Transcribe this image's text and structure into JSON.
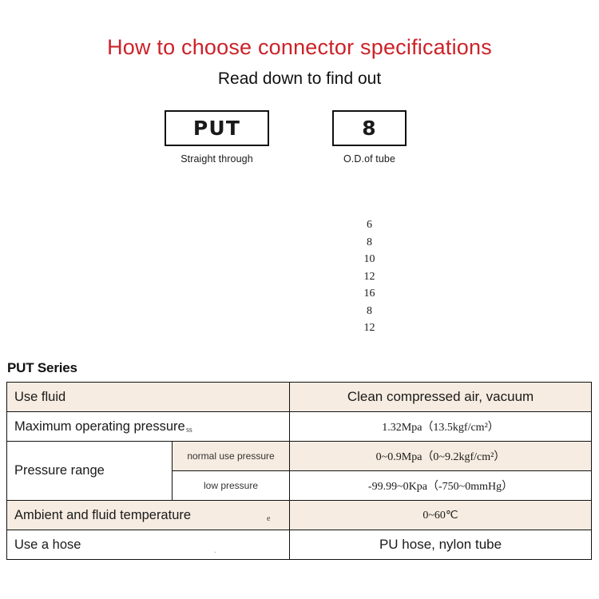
{
  "header": {
    "title": "How to choose connector specifications",
    "subtitle": "Read down to find out",
    "title_color": "#cc2229"
  },
  "selector": {
    "boxes": [
      {
        "code": "PUT",
        "caption": "Straight through"
      },
      {
        "code": "8",
        "caption": "O.D.of tube"
      }
    ],
    "tube_sizes": [
      "6",
      "8",
      "10",
      "12",
      "16",
      "8",
      "12"
    ]
  },
  "series": {
    "heading": "PUT Series",
    "row_highlight_color": "#f6ece1"
  },
  "spec_table": {
    "rows": [
      {
        "label": "Use fluid",
        "value": "Clean compressed air, vacuum",
        "highlight": true
      },
      {
        "label": "Maximum operating pressure",
        "value": "1.32Mpa（13.5kgf/cm²）",
        "highlight": false
      },
      {
        "label": "Pressure range",
        "sublabel": "normal use pressure",
        "value": "0~0.9Mpa（0~9.2kgf/cm²）",
        "highlight": true
      },
      {
        "label": "",
        "sublabel": "low pressure",
        "value": "-99.99~0Kpa（-750~0mmHg）",
        "highlight": false
      },
      {
        "label": "Ambient and fluid temperature",
        "value": "0~60℃",
        "highlight": true
      },
      {
        "label": "Use a hose",
        "value": "PU hose, nylon tube",
        "highlight": false
      }
    ],
    "artifacts": {
      "ss": "ss",
      "e": "e",
      "dot": "."
    }
  }
}
